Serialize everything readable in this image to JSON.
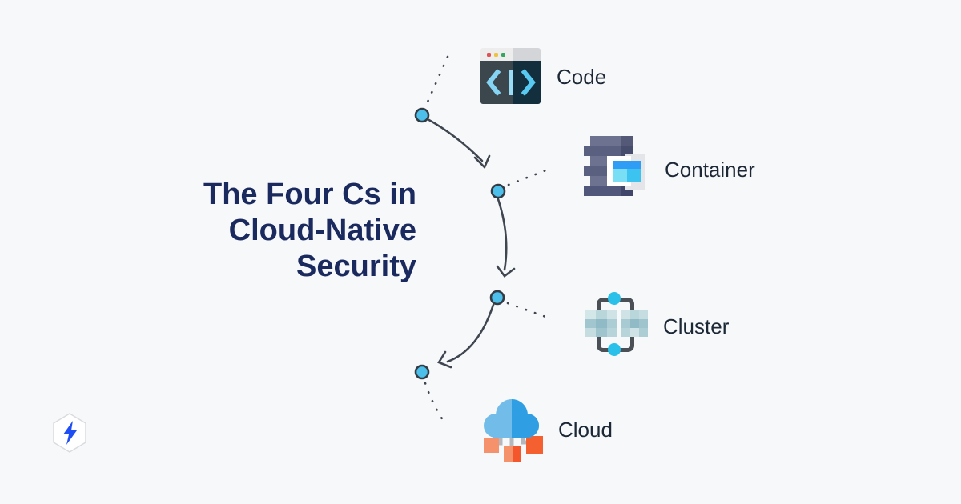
{
  "title": {
    "text": "The Four Cs in Cloud-Native Security",
    "lines": [
      "The Four Cs in",
      "Cloud-Native",
      "Security"
    ]
  },
  "items": [
    {
      "label": "Code",
      "icon": "code-window-icon"
    },
    {
      "label": "Container",
      "icon": "container-stack-icon"
    },
    {
      "label": "Cluster",
      "icon": "cluster-frame-icon"
    },
    {
      "label": "Cloud",
      "icon": "cloud-network-icon"
    }
  ],
  "flow": {
    "node_count": 4,
    "style": "dotted leads with curved solid arrows between nodes"
  },
  "colors": {
    "background": "#f7f8fa",
    "title": "#1b2a5e",
    "label": "#1d2836",
    "connector": "#3f4650",
    "node_fill": "#4cc0ea",
    "node_stroke": "#333b44",
    "code_window_dark": "#3c474d",
    "code_window_navy": "#132e3d",
    "code_brackets_blue": "#86d4f4",
    "container_slate": "#5a6080",
    "window_blue": "#2f9df5",
    "cluster_dot_blue": "#29c0ea",
    "cloud_blue_light": "#72bce9",
    "cloud_blue_dark": "#2f9ee2",
    "cloud_orange_light": "#f5916b",
    "cloud_orange_dark": "#f4602f",
    "logo_bolt": "#1f4ef5"
  }
}
